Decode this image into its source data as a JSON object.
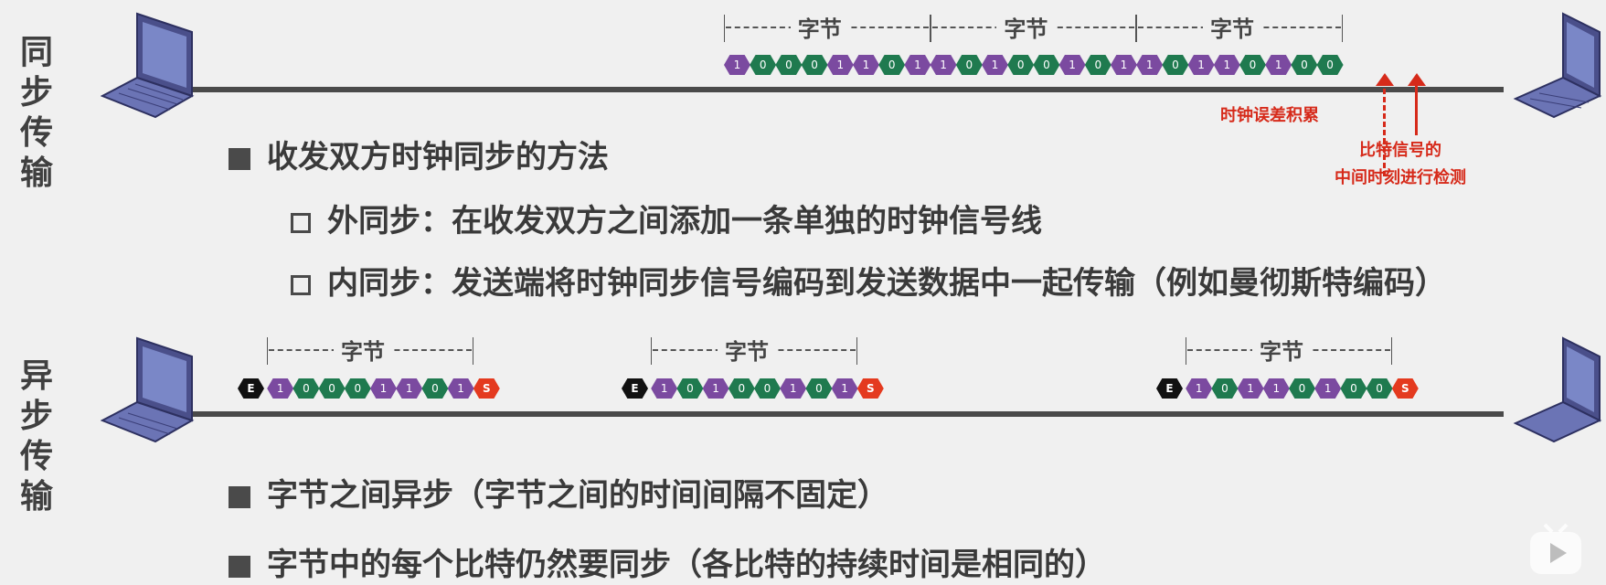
{
  "sync": {
    "label": [
      "同步",
      "传输"
    ],
    "bytes": [
      {
        "label": "字节",
        "bits": [
          "1",
          "0",
          "0",
          "0",
          "1",
          "1",
          "0",
          "1"
        ]
      },
      {
        "label": "字节",
        "bits": [
          "1",
          "0",
          "1",
          "0",
          "0",
          "1",
          "0",
          "1"
        ]
      },
      {
        "label": "字节",
        "bits": [
          "1",
          "0",
          "1",
          "1",
          "0",
          "1",
          "0",
          "0"
        ]
      }
    ],
    "annotation_error": "时钟误差积累",
    "annotation_sample": [
      "比特信号的",
      "中间时刻进行检测"
    ],
    "heading": "收发双方时钟同步的方法",
    "items": [
      "外同步：在收发双方之间添加一条单独的时钟信号线",
      "内同步：发送端将时钟同步信号编码到发送数据中一起传输（例如曼彻斯特编码）"
    ]
  },
  "async": {
    "label": [
      "异步",
      "传输"
    ],
    "start_marker": "E",
    "stop_marker": "S",
    "frames": [
      {
        "label": "字节",
        "bits": [
          "1",
          "0",
          "0",
          "0",
          "1",
          "1",
          "0",
          "1"
        ]
      },
      {
        "label": "字节",
        "bits": [
          "1",
          "0",
          "1",
          "0",
          "0",
          "1",
          "0",
          "1"
        ]
      },
      {
        "label": "字节",
        "bits": [
          "1",
          "0",
          "1",
          "1",
          "0",
          "1",
          "0",
          "0"
        ]
      }
    ],
    "bullets": [
      "字节之间异步（字节之间的时间间隔不固定）",
      "字节中的每个比特仍然要同步（各比特的持续时间是相同的）"
    ]
  },
  "colors": {
    "bit1": "#7b4aa0",
    "bit0": "#1f7a4f",
    "start": "#111111",
    "stop": "#e43a1f",
    "note": "#d62a1a"
  },
  "icons": [
    "laptop-icon",
    "play-button-icon"
  ]
}
